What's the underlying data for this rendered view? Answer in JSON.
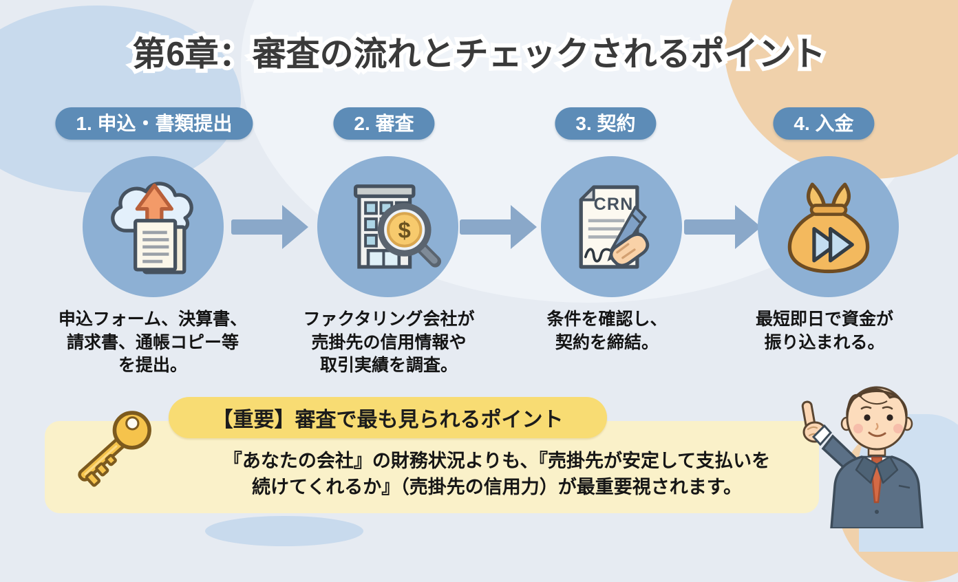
{
  "title": "第6章：審査の流れとチェックされるポイント",
  "steps": [
    {
      "label": "1. 申込・書類提出",
      "icon": "cloud-upload-documents-icon",
      "description": "申込フォーム、決算書、\n請求書、通帳コピー等\nを提出。"
    },
    {
      "label": "2. 審査",
      "icon": "building-credit-check-icon",
      "magnifier_symbol": "$",
      "description": "ファクタリング会社が\n売掛先の信用情報や\n取引実績を調査。"
    },
    {
      "label": "3. 契約",
      "icon": "contract-signing-icon",
      "document_label": "CRN",
      "description": "条件を確認し、\n契約を締結。"
    },
    {
      "label": "4. 入金",
      "icon": "money-bag-fast-icon",
      "description": "最短即日で資金が\n振り込まれる。"
    }
  ],
  "important_note": {
    "icon": "key-icon",
    "heading": "【重要】審査で最も見られるポイント",
    "body": "『あなたの会社』の財務状況よりも、『売掛先が安定して支払いを\n続けてくれるか』（売掛先の信用力）が最重要視されます。"
  },
  "colors": {
    "background": "#e6ebf2",
    "step_pill_blue": "#5d8cb7",
    "icon_circle_blue": "#8db0d4",
    "arrow_blue": "#8aa8c9",
    "panel_yellow": "#faf1c9",
    "heading_pill_yellow": "#f8dc73",
    "key_gold": "#f5c34c",
    "peach_blob": "#f0d1ab",
    "blue_blob": "#c8daed",
    "text_dark": "#1c1c1c"
  }
}
